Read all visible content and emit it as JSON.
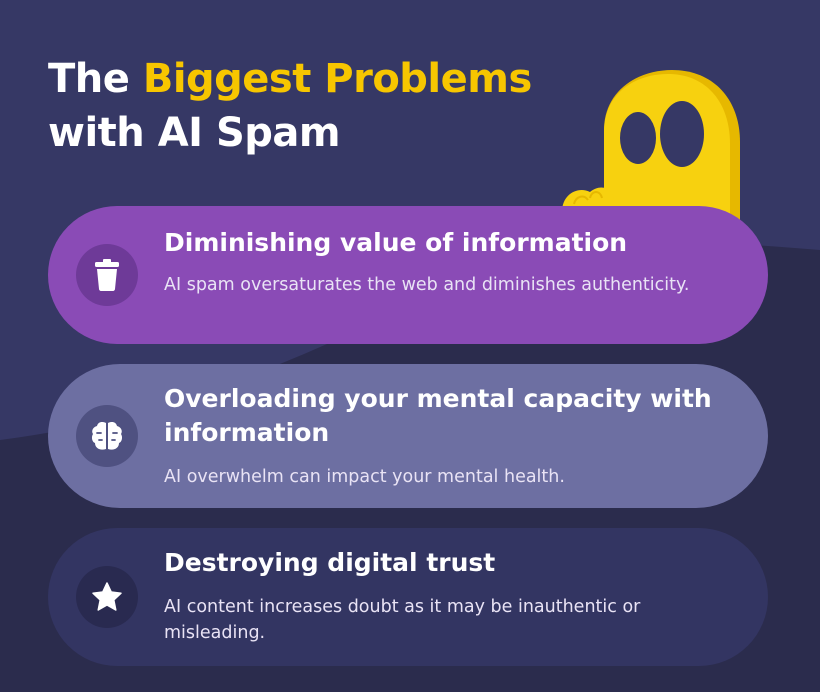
{
  "title": {
    "part1": "The ",
    "highlight": "Biggest Problems",
    "part2": "with AI Spam"
  },
  "colors": {
    "highlight": "#f7c600",
    "card1": "#8a4bb6",
    "card2": "#6d6fa2",
    "card3": "#333562",
    "mascot": "#f7d10f"
  },
  "cards": [
    {
      "title": "Diminishing value of information",
      "description": "AI spam oversaturates the web and diminishes authenticity.",
      "icon": "trash-icon"
    },
    {
      "title": "Overloading your mental capacity with information",
      "description": "AI overwhelm can impact your mental health.",
      "icon": "brain-icon"
    },
    {
      "title": "Destroying digital trust",
      "description": "AI content increases doubt as it may be inauthentic or misleading.",
      "icon": "star-icon"
    }
  ]
}
